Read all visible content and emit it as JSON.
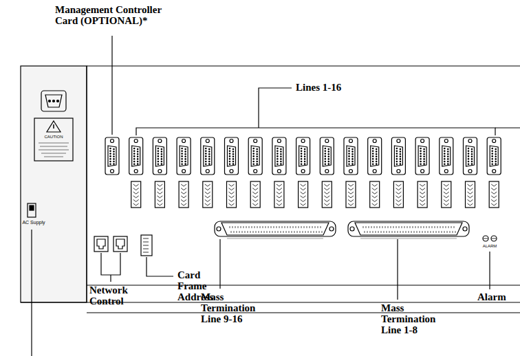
{
  "diagram": {
    "labels": [
      "Management Controller Card (OPTIONAL)*",
      "Lines 1-16",
      "Network Control",
      "Card Frame Address",
      "Mass Termination Line 9-16",
      "Mass Termination Line 1-8",
      "Alarm",
      "CAUTION",
      "AC Supply",
      "ALARM"
    ]
  }
}
